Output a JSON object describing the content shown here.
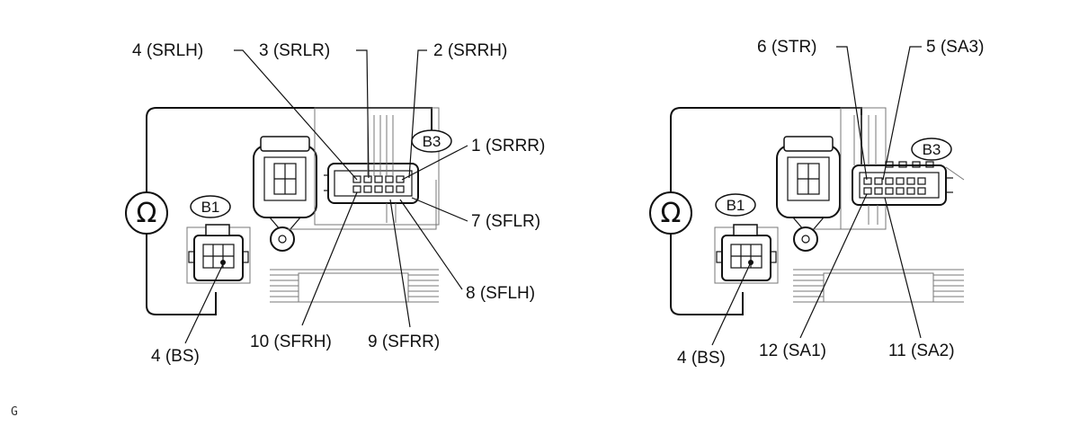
{
  "diagrams": [
    {
      "meter_symbol": "Ω",
      "connector_b1": "B1",
      "connector_b3": "B3",
      "terminals": {
        "t4_srlh": "4 (SRLH)",
        "t3_srlr": "3 (SRLR)",
        "t2_srrh": "2 (SRRH)",
        "t1_srrr": "1 (SRRR)",
        "t7_sflr": "7 (SFLR)",
        "t8_sflh": "8 (SFLH)",
        "t10_sfrh": "10 (SFRH)",
        "t9_sfrr": "9 (SFRR)",
        "t4_bs": "4 (BS)"
      }
    },
    {
      "meter_symbol": "Ω",
      "connector_b1": "B1",
      "connector_b3": "B3",
      "terminals": {
        "t6_str": "6 (STR)",
        "t5_sa3": "5 (SA3)",
        "t4_bs": "4 (BS)",
        "t12_sa1": "12 (SA1)",
        "t11_sa2": "11 (SA2)"
      }
    }
  ],
  "caption": "G",
  "icons": [
    "ohmmeter-icon",
    "connector-icon",
    "sensor-housing-icon"
  ],
  "colors": {
    "line": "#111111",
    "background": "#ffffff"
  }
}
